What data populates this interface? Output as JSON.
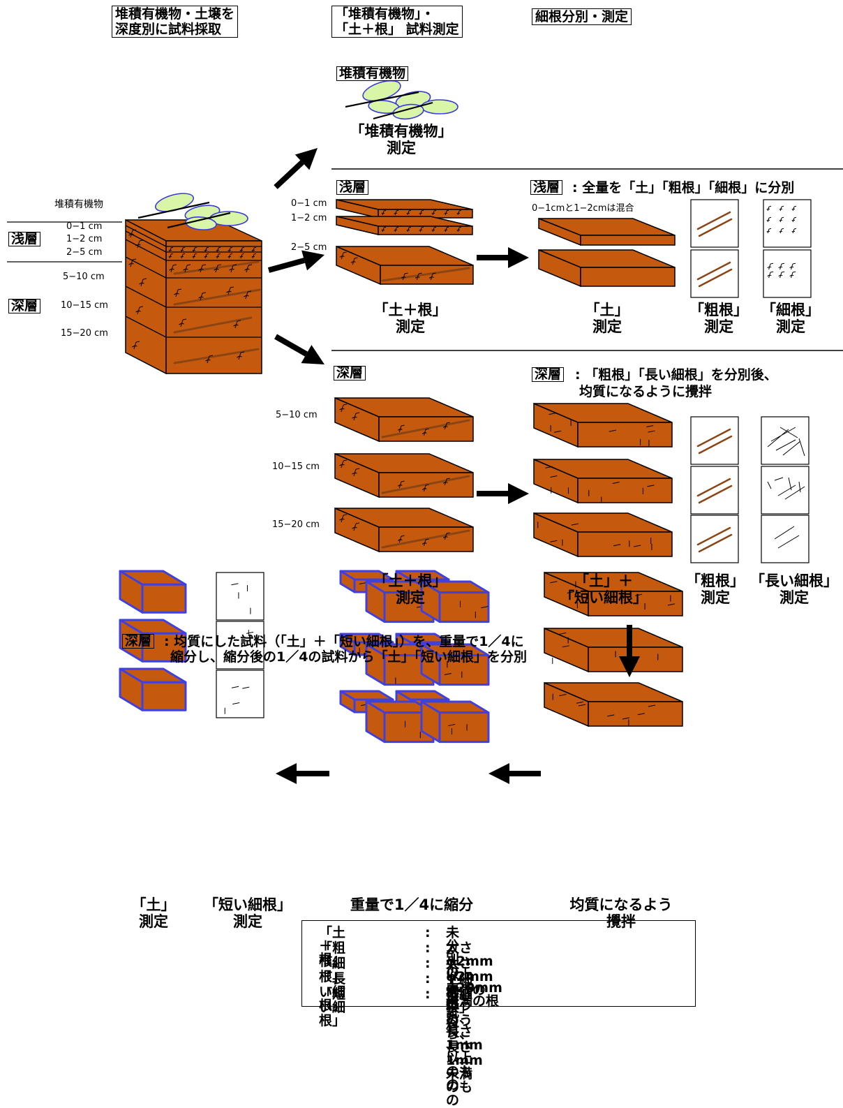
{
  "header": {
    "step1": [
      "堆積有機物・土壌を",
      "深度別に試料採取"
    ],
    "step2": [
      "「堆積有機物」・",
      "「土＋根」 試料測定"
    ],
    "step3": "細根分別・測定"
  },
  "profile": {
    "litter": "堆積有機物",
    "shallow": "浅層",
    "deep": "深層",
    "depths": [
      "0−1 cm",
      "1−2 cm",
      "2−5 cm",
      "5−10 cm",
      "10−15 cm",
      "15−20 cm"
    ]
  },
  "litter_section": {
    "label": "堆積有機物",
    "caption": [
      "「堆積有機物」",
      "測定"
    ]
  },
  "shallow_section": {
    "label": "浅層",
    "depths": [
      "0−1 cm",
      "1−2 cm",
      "2−5 cm"
    ],
    "instruction_box": "浅層",
    "instruction_text": ": 全量を「土」「粗根」「細根」に分別",
    "mix_note": "0−1cmと1−2cmは混合",
    "captions": {
      "soil_root": [
        "「土＋根」",
        "測定"
      ],
      "soil": [
        "「土」",
        "測定"
      ],
      "coarse": [
        "「粗根」",
        "測定"
      ],
      "fine": [
        "「細根」",
        "測定"
      ]
    }
  },
  "deep_section": {
    "label": "深層",
    "depths": [
      "5−10 cm",
      "10−15 cm",
      "15−20 cm"
    ],
    "instruction_box": "深層",
    "instruction_text": [
      ": 「粗根」「長い細根」を分別後、",
      "均質になるように攪拌"
    ],
    "captions": {
      "soil_root": [
        "「土＋根」",
        "測定"
      ],
      "soil_short": [
        "「土」＋",
        "「短い細根」"
      ],
      "coarse": [
        "「粗根」",
        "測定"
      ],
      "long_fine": [
        "「長い細根」",
        "測定"
      ]
    }
  },
  "subsample_section": {
    "instruction_box": "深層",
    "instruction_text": [
      ": 均質にした試料（「土」＋「短い細根」）を、重量で1／4に",
      "縮分し、縮分後の1／4の試料から「土」「短い細根」を分別"
    ],
    "captions": {
      "soil": [
        "「土」",
        "測定"
      ],
      "short_fine": [
        "「短い細根」",
        "測定"
      ],
      "quarter": "重量で1／4に縮分",
      "stir": [
        "均質になるよう",
        "攪拌"
      ]
    }
  },
  "legend": [
    {
      "term": "「土＋根」",
      "colon": ":",
      "def": "未分別の土壌試料"
    },
    {
      "term": "「粗根」",
      "colon": ":",
      "def": "太さφ2mm以上φ20mm未満の根"
    },
    {
      "term": "「細根」",
      "colon": ":",
      "def": "太さφ2mm未満の根"
    },
    {
      "term": "「長い細根」",
      "colon": ":",
      "def": "「細根」のうち、長さ1mm以上のもの"
    },
    {
      "term": "「短い細根」",
      "colon": ":",
      "def": "「細根」のうち、長さ1mm未満のもの"
    }
  ],
  "colors": {
    "soil": "#c55a0e",
    "root": "#8b4513",
    "leaf": "#d8f5a8",
    "leaf_edge": "#3a3adf",
    "subsample_edge": "#4040e0"
  }
}
